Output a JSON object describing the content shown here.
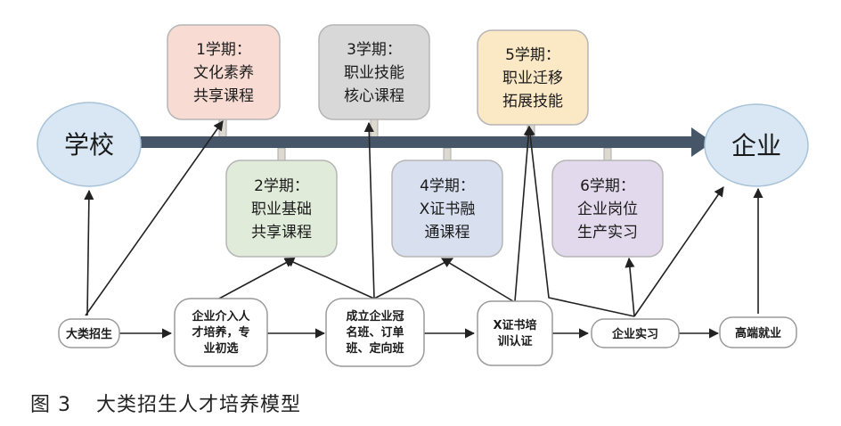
{
  "colors": {
    "ellipse_fill": "#d8e7f3",
    "ellipse_stroke": "#a9c3d9",
    "main_arrow": "#465668",
    "semester1": "#f8dcd4",
    "semester2": "#e0ecd9",
    "semester3": "#d8d8d8",
    "semester4": "#d8e0ef",
    "semester5": "#fbe9c5",
    "semester6": "#e3d9ec",
    "box_stroke": "#b5b5b5",
    "bottom_fill": "#ffffff",
    "bottom_stroke": "#9a9a9a",
    "arrow": "#222222"
  },
  "ellipses": {
    "school": "学校",
    "enterprise": "企业"
  },
  "semesters": {
    "s1": [
      "1学期：",
      "文化素养",
      "共享课程"
    ],
    "s2": [
      "2学期：",
      "职业基础",
      "共享课程"
    ],
    "s3": [
      "3学期：",
      "职业技能",
      "核心课程"
    ],
    "s4": [
      "4学期：",
      "X证书融",
      "通课程"
    ],
    "s5": [
      "5学期：",
      "职业迁移",
      "拓展技能"
    ],
    "s6": [
      "6学期：",
      "企业岗位",
      "生产实习"
    ]
  },
  "steps": {
    "enroll": [
      "大类招生"
    ],
    "involve": [
      "企业介入人",
      "才培养，专",
      "业初选"
    ],
    "classes": [
      "成立企业冠",
      "名班、订单",
      "班、定向班"
    ],
    "cert": [
      "X证书培",
      "训认证"
    ],
    "internship": [
      "企业实习"
    ],
    "employment": [
      "高端就业"
    ]
  },
  "caption": {
    "number": "图 3",
    "title": "大类招生人才培养模型"
  }
}
